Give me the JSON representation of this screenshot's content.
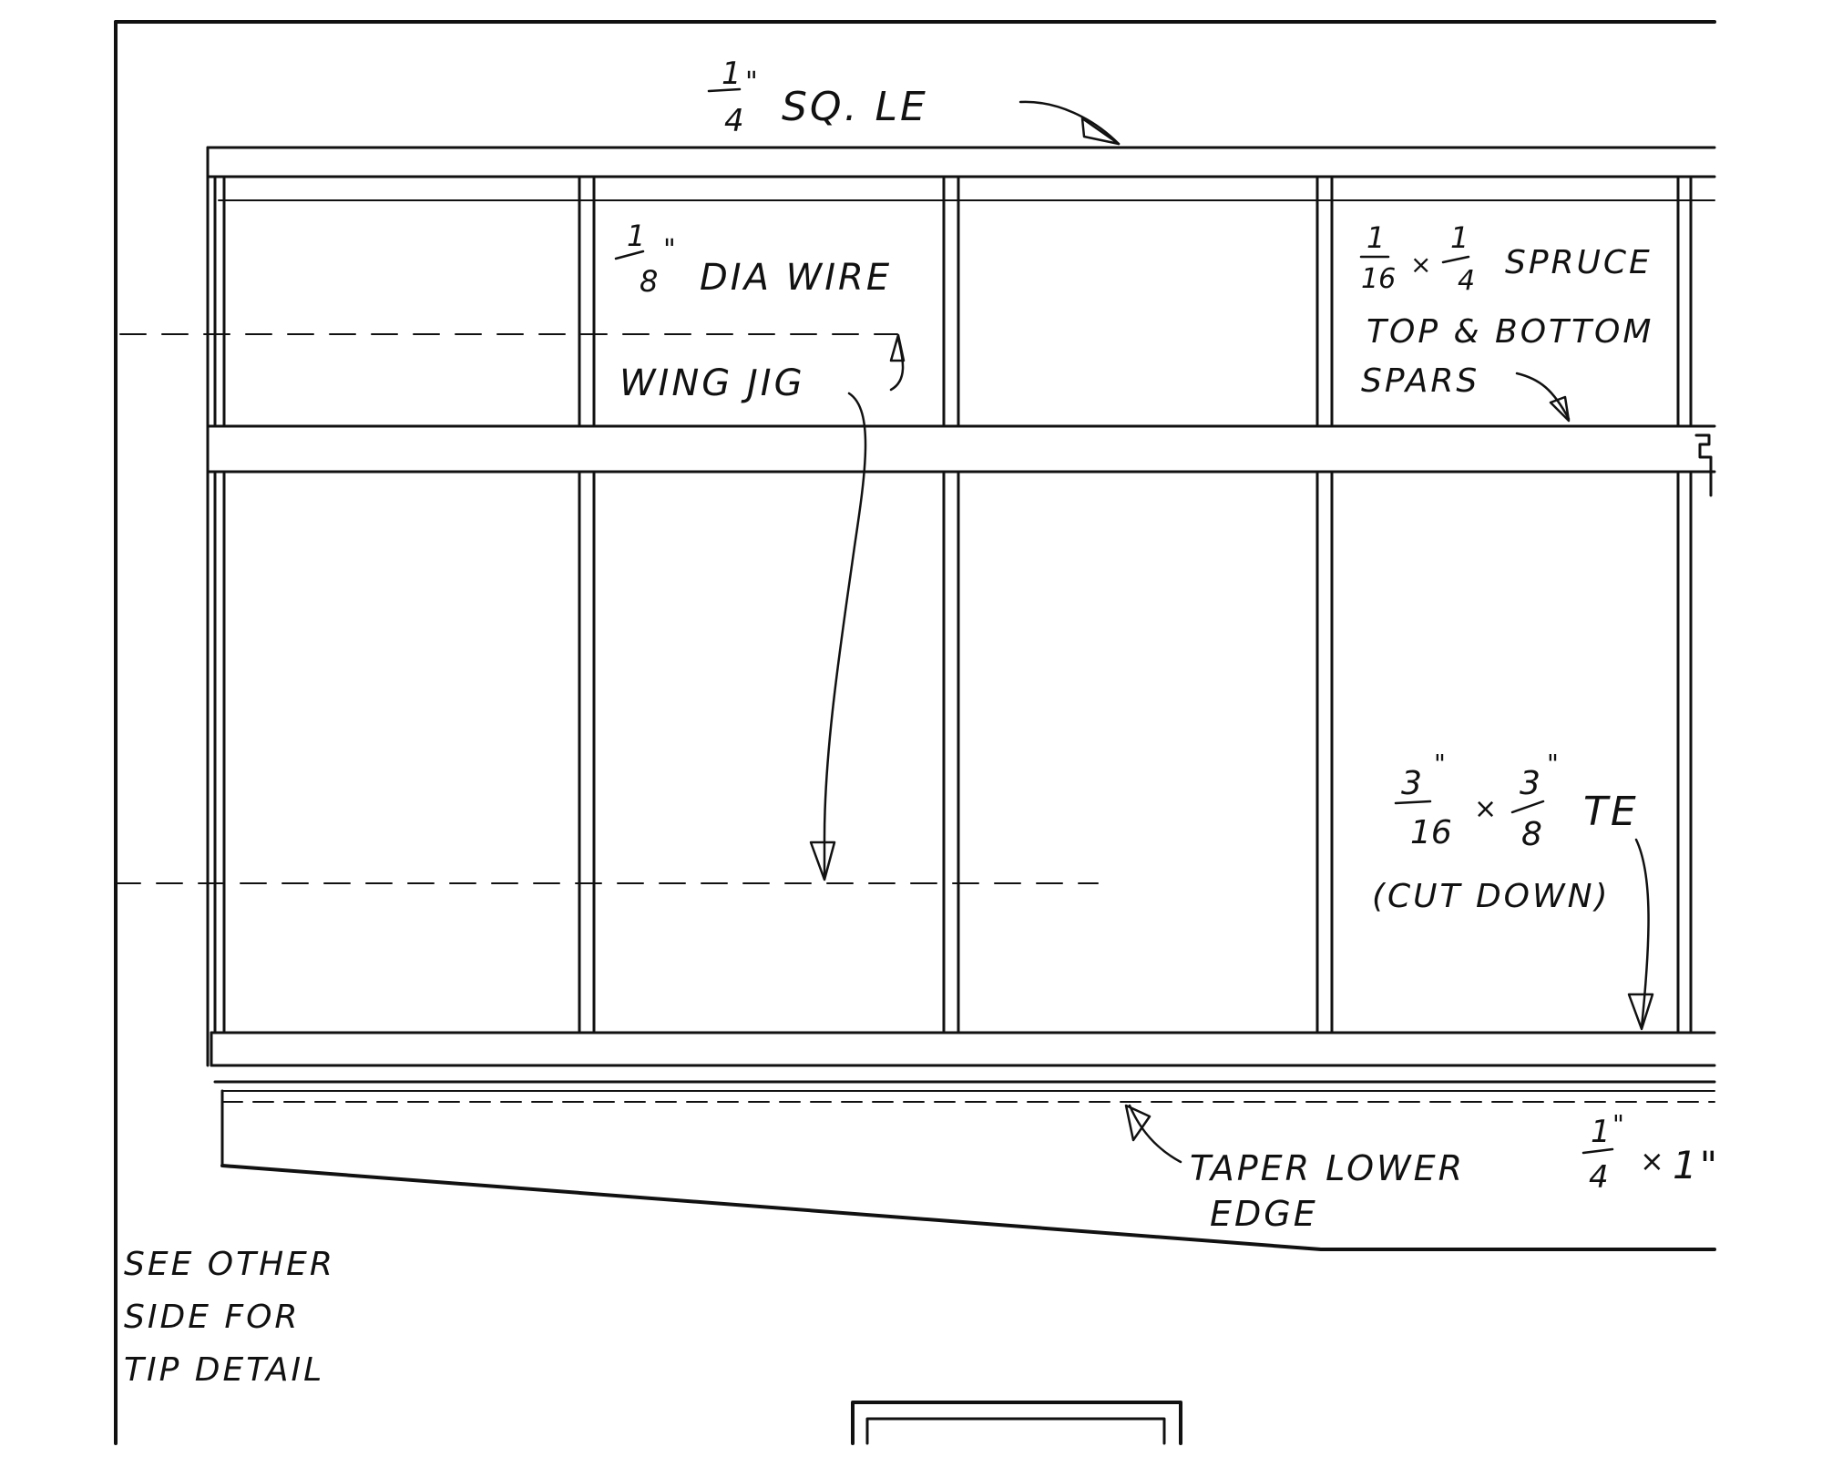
{
  "labels": {
    "leading_edge": {
      "num": "1",
      "den": "4",
      "mark": "\"",
      "text": "SQ. LE"
    },
    "wire": {
      "num": "1",
      "den": "8",
      "mark": "\"",
      "text": "DIA WIRE"
    },
    "jig": "WING JIG",
    "spars": {
      "num1": "1",
      "den1": "16",
      "times": "×",
      "num2": "1",
      "den2": "4",
      "line1": "SPRUCE",
      "line2": "TOP & BOTTOM",
      "line3": "SPARS"
    },
    "trailing_edge": {
      "num1": "3",
      "den1": "16",
      "mark": "\"",
      "times": "×",
      "num2": "3",
      "den2": "8",
      "text": "TE",
      "note": "(CUT DOWN)"
    },
    "taper": {
      "line1": "TAPER LOWER",
      "line2": "EDGE"
    },
    "tip_stock": {
      "num": "1",
      "den": "4",
      "mark": "\"",
      "times": "×",
      "value": "1\""
    },
    "note": {
      "line1": "SEE OTHER",
      "line2": "SIDE FOR",
      "line3": "TIP DETAIL"
    }
  },
  "colors": {
    "ink": "#111111",
    "paper": "#ffffff"
  }
}
